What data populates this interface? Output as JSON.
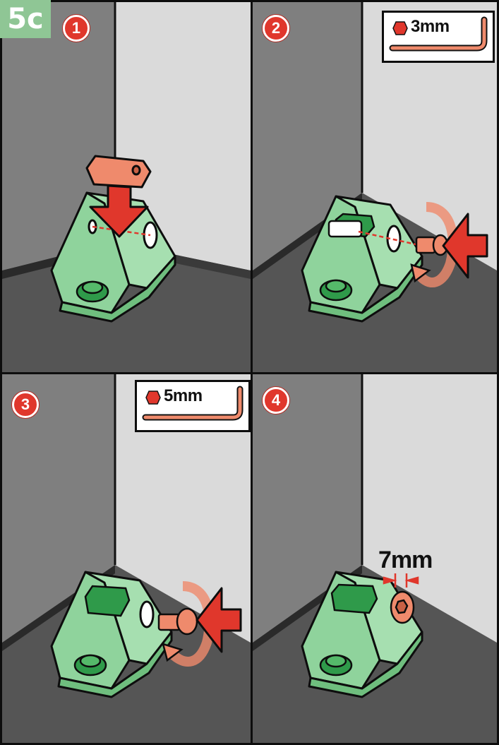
{
  "section": {
    "label": "5c"
  },
  "steps": [
    {
      "number": "1"
    },
    {
      "number": "2",
      "tool": {
        "label": "3mm",
        "icon": "hex-key-icon"
      }
    },
    {
      "number": "3",
      "tool": {
        "label": "5mm",
        "icon": "hex-key-icon"
      }
    },
    {
      "number": "4",
      "measurement": "7mm"
    }
  ],
  "colors": {
    "bracket": "#8fd39c",
    "screw_green": "#2f9a4a",
    "part_orange": "#ef8a6c",
    "arrow_red": "#e0372c",
    "wall_dark": "#7f7f7f",
    "wall_light": "#d9d9d9",
    "floor": "#545454",
    "tag_green": "#8fc695"
  }
}
